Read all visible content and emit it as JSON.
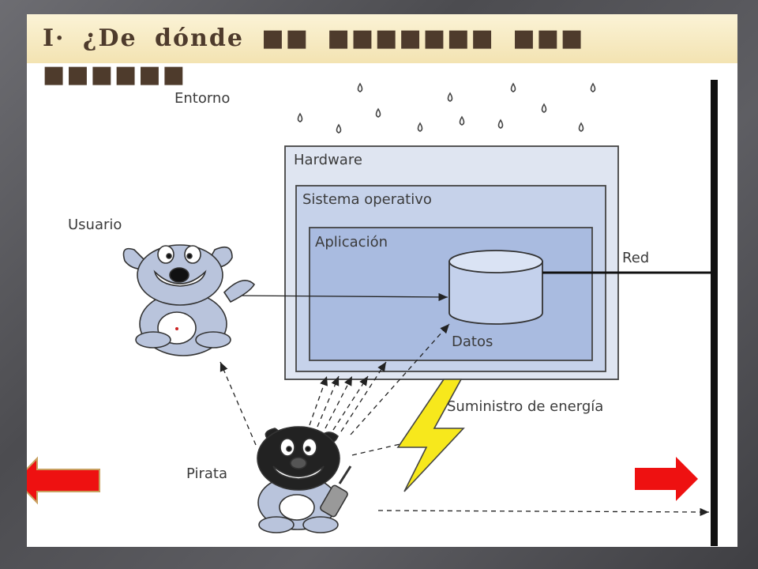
{
  "slide": {
    "title": "I·   ¿De dónde ■■ ■■■■■■■ ■■■ ■■■■■■"
  },
  "diagram": {
    "labels": {
      "environment": "Entorno",
      "hardware": "Hardware",
      "os": "Sistema operativo",
      "application": "Aplicación",
      "data": "Datos",
      "user": "Usuario",
      "network": "Red",
      "power": "Suministro de energía",
      "pirate": "Pirata"
    }
  },
  "navigation": {
    "prev_icon": "left-arrow-icon",
    "next_icon": "right-arrow-icon",
    "colors": {
      "arrow_fill": "#ee1111",
      "arrow_border": "#c8a060"
    }
  }
}
